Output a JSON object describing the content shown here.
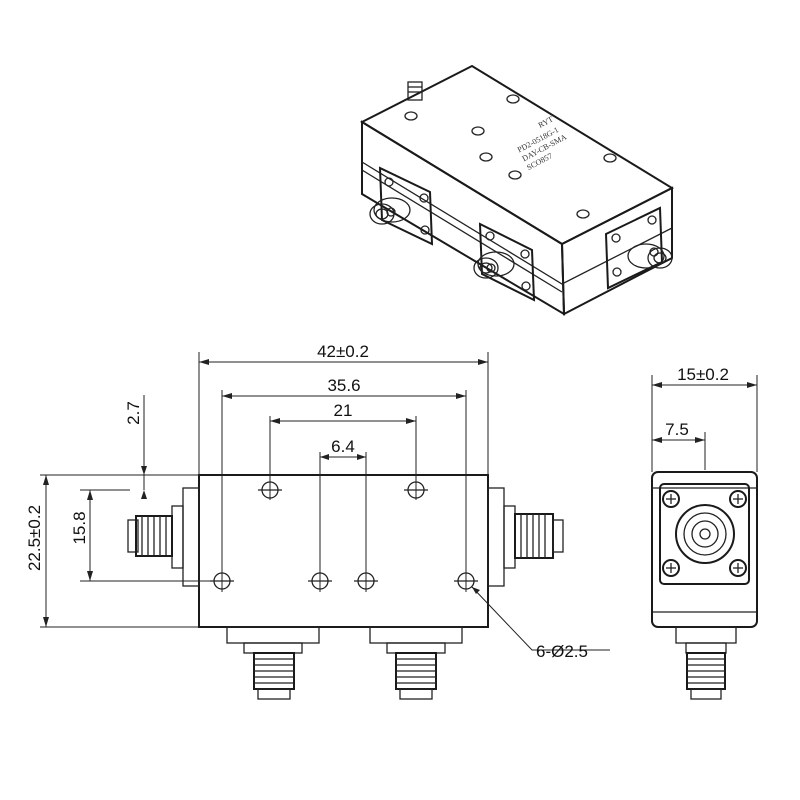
{
  "iso_view": {
    "brand_mark": "RYT",
    "label_lines": [
      "PD2-0518G-1",
      "DAY-CB-SMA",
      "SCO857"
    ]
  },
  "front_view": {
    "overall_length": "42±0.2",
    "outer_hole_spacing": "35.6",
    "top_hole_spacing": "21",
    "center_hole_spacing": "6.4",
    "top_edge_offset": "2.7",
    "overall_height": "22.5±0.2",
    "hole_row_spacing": "15.8",
    "hole_callout": "6-Ø2.5"
  },
  "side_view": {
    "overall_width": "15±0.2",
    "connector_offset": "7.5"
  }
}
